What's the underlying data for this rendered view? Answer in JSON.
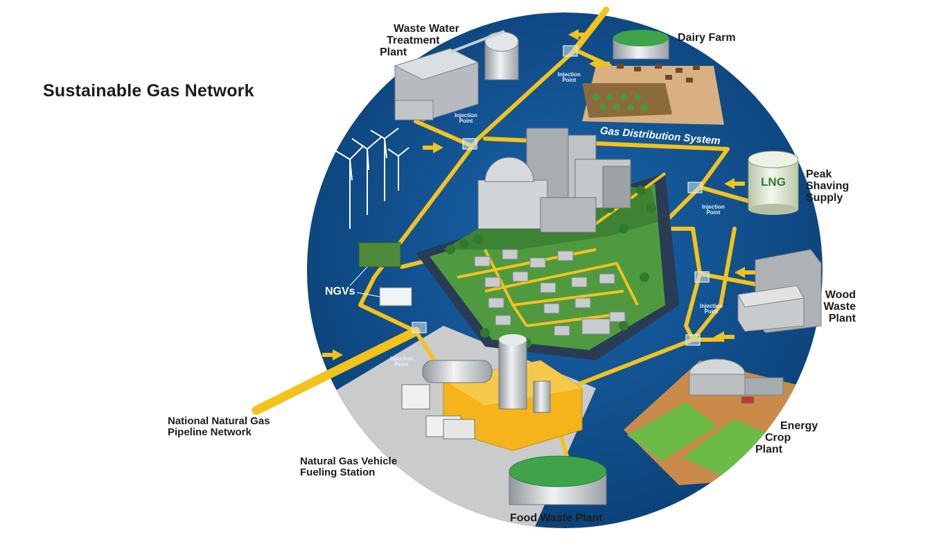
{
  "title": "Sustainable Gas Network",
  "labels": {
    "waste_water": [
      "Waste Water",
      "Treatment",
      "Plant"
    ],
    "dairy_farm": "Dairy Farm",
    "peak_shaving": [
      "Peak",
      "Shaving",
      "Supply"
    ],
    "wood_waste": [
      "Wood",
      "Waste",
      "Plant"
    ],
    "energy_crop": [
      "Energy",
      "Crop",
      "Plant"
    ],
    "food_waste": "Food Waste Plant",
    "ngvs": "NGVs",
    "national_pipeline": [
      "National Natural Gas",
      "Pipeline Network"
    ],
    "fueling_station": [
      "Natural Gas Vehicle",
      "Fueling Station"
    ],
    "gas_distribution": "Gas Distribution System",
    "lng_tank": "LNG"
  },
  "injection_point": [
    "Injection",
    "Point"
  ],
  "colors": {
    "circle_blue": "#0f4f8c",
    "pipeline_yellow": "#f3c21b",
    "grass_green": "#4f9a3f",
    "building_gray": "#b9bdc1"
  }
}
